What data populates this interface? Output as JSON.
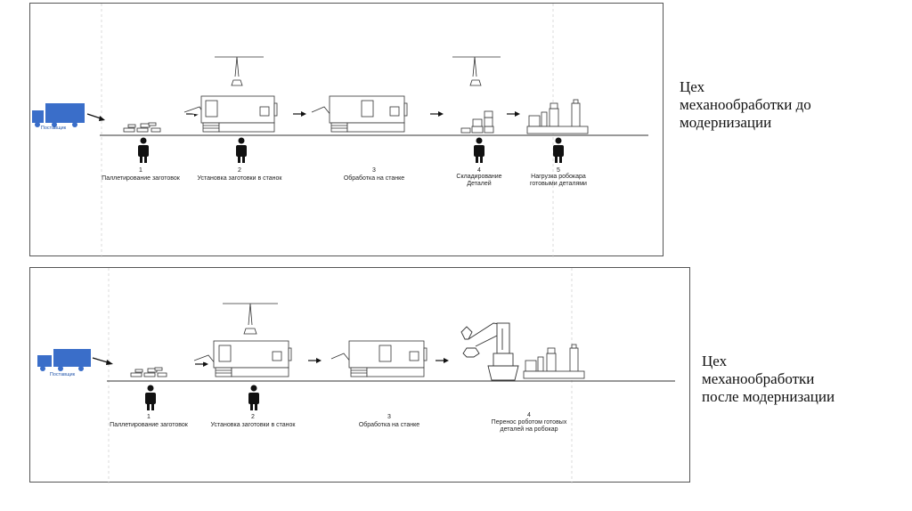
{
  "before": {
    "supplier": "Поставщик",
    "steps": [
      {
        "num": "1",
        "text": "Паллетирование заготовок"
      },
      {
        "num": "2",
        "text": "Установка заготовки в станок"
      },
      {
        "num": "3",
        "text": "Обработка на станке"
      },
      {
        "num": "4",
        "text": "Складирование\nДеталей"
      },
      {
        "num": "5",
        "text": "Нагрузка робокара\nготовыми деталями"
      }
    ],
    "caption": "Цех\nмеханообработки до\nмодернизации"
  },
  "after": {
    "supplier": "Поставщик",
    "steps": [
      {
        "num": "1",
        "text": "Паллетирование заготовок"
      },
      {
        "num": "2",
        "text": "Установка заготовки в станок"
      },
      {
        "num": "3",
        "text": "Обработка на станке"
      },
      {
        "num": "4",
        "text": "Перенос роботом готовых\nдеталей на робокар"
      }
    ],
    "caption": "Цех\nмеханообработки\nпосле модернизации"
  },
  "colors": {
    "truck": "#3a6ec9",
    "line": "#333333"
  }
}
